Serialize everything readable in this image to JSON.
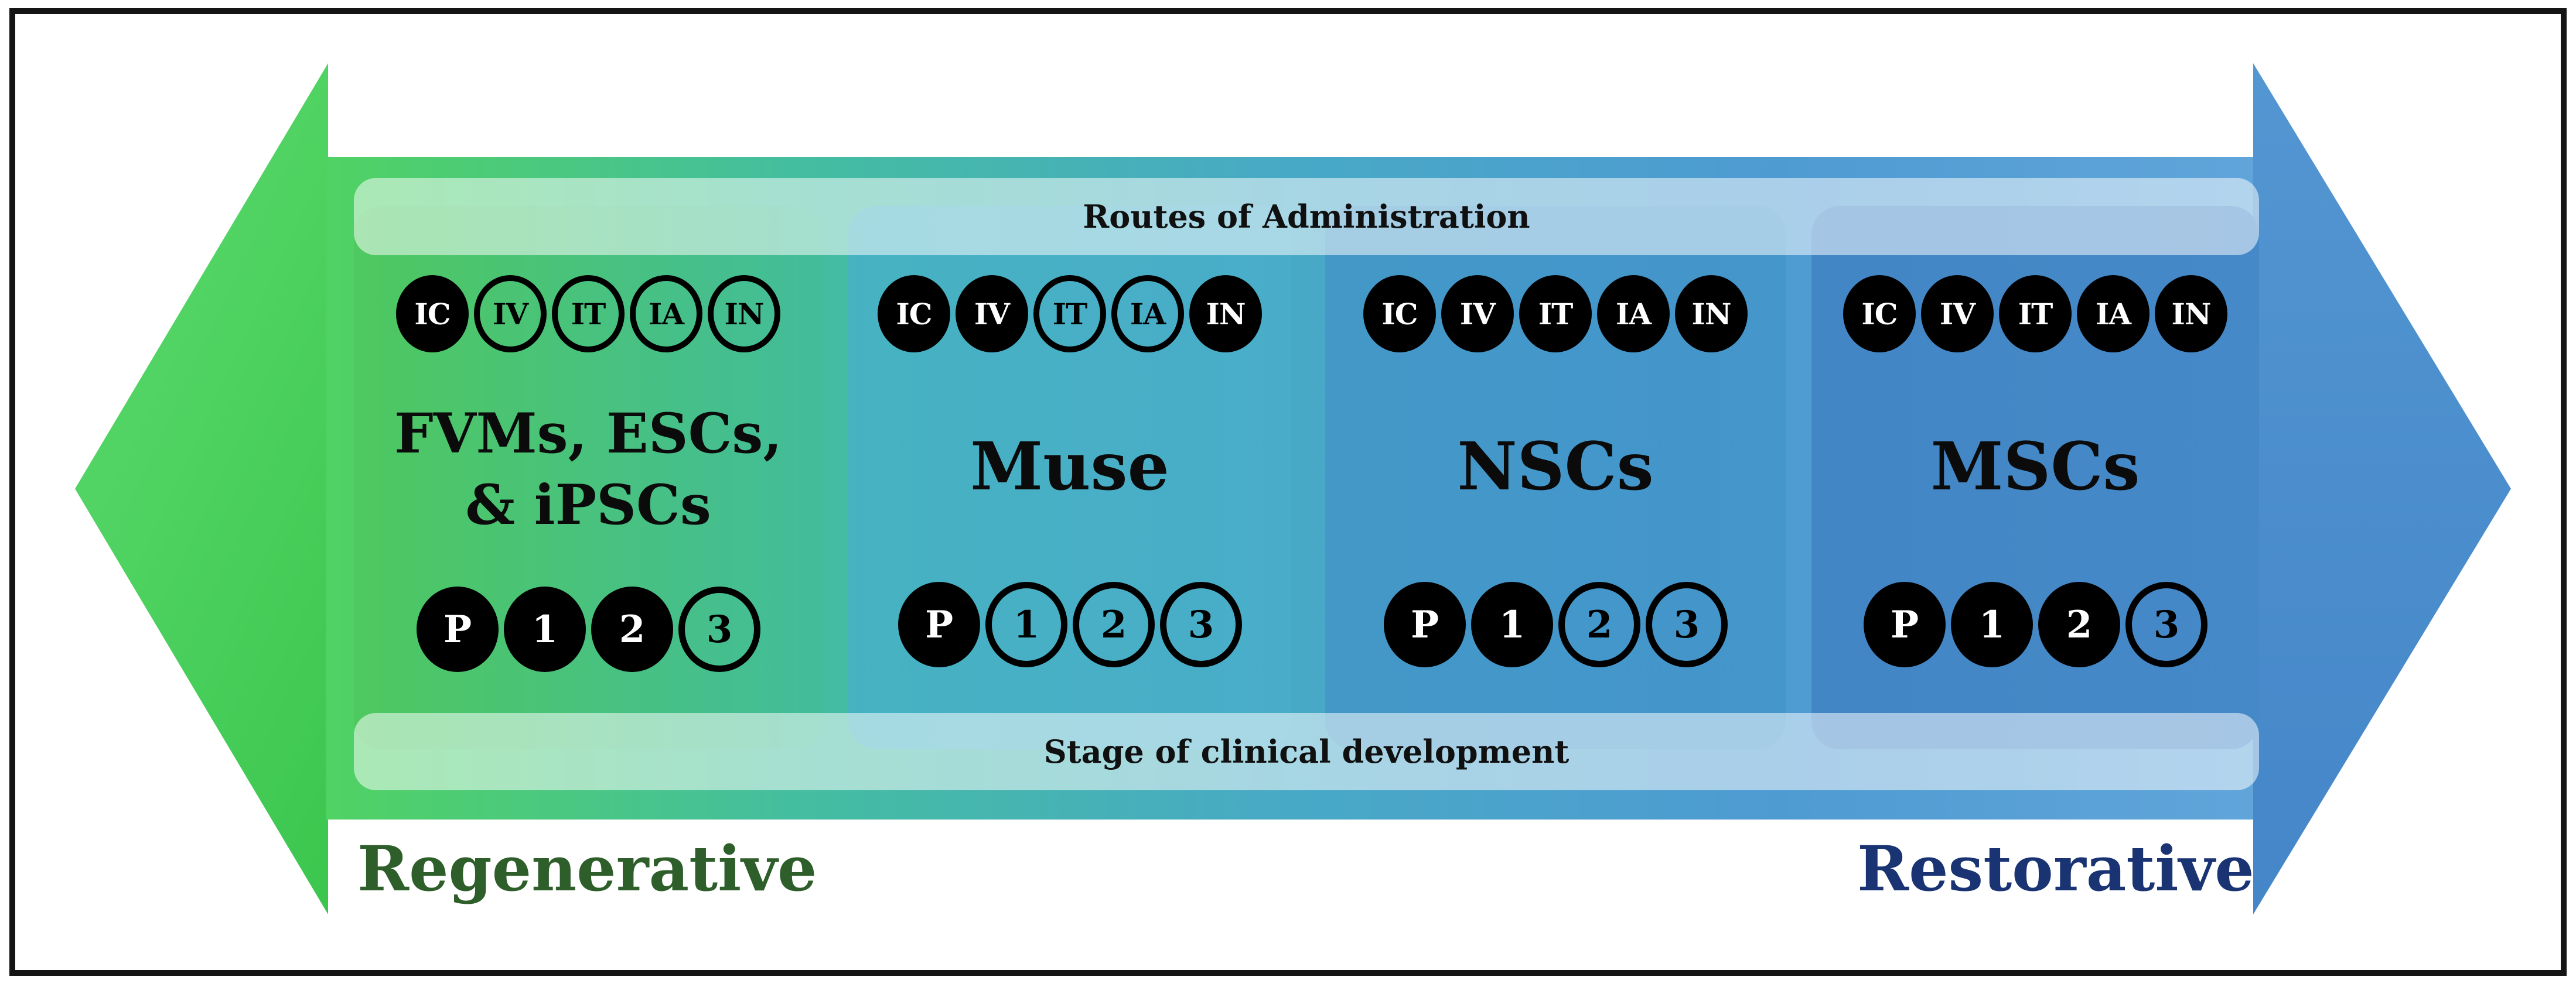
{
  "figure": {
    "top_band_label": "Routes of Administration",
    "bottom_band_label": "Stage of clinical development",
    "left_axis_label": "Regenerative",
    "right_axis_label": "Restorative"
  },
  "colors": {
    "left_arrow_gradient": [
      "115deg",
      "#5cdb6e",
      "#3cc64e"
    ],
    "right_arrow_gradient": [
      "180deg",
      "#5396d2",
      "#4486c8"
    ],
    "body_gradient": [
      "90deg",
      "#50d263",
      "#44bda1",
      "#48a9c6",
      "#4e9bd2",
      "#60a5da"
    ],
    "band_overlay": "rgba(255,255,255,0.52)",
    "badge_fill": "#000000",
    "regenerative_text": "#2e5e2a",
    "restorative_text": "#1a3473",
    "panel_gradients": [
      [
        "90deg",
        "#4ec85f",
        "#43bc9b"
      ],
      [
        "90deg",
        "#46b2c1",
        "#49adca"
      ],
      [
        "90deg",
        "#4498c8",
        "#4496cb"
      ],
      [
        "90deg",
        "#4286c5",
        "#4589c8"
      ]
    ]
  },
  "panels": [
    {
      "title_lines": [
        "FVMs, ESCs,",
        "& iPSCs"
      ],
      "routes": [
        {
          "label": "IC",
          "filled": true
        },
        {
          "label": "IV",
          "filled": false
        },
        {
          "label": "IT",
          "filled": false
        },
        {
          "label": "IA",
          "filled": false
        },
        {
          "label": "IN",
          "filled": false
        }
      ],
      "stages": [
        {
          "label": "P",
          "filled": true
        },
        {
          "label": "1",
          "filled": true
        },
        {
          "label": "2",
          "filled": true
        },
        {
          "label": "3",
          "filled": false
        }
      ]
    },
    {
      "title_lines": [
        "Muse"
      ],
      "routes": [
        {
          "label": "IC",
          "filled": true
        },
        {
          "label": "IV",
          "filled": true
        },
        {
          "label": "IT",
          "filled": false
        },
        {
          "label": "IA",
          "filled": false
        },
        {
          "label": "IN",
          "filled": true
        }
      ],
      "stages": [
        {
          "label": "P",
          "filled": true
        },
        {
          "label": "1",
          "filled": false
        },
        {
          "label": "2",
          "filled": false
        },
        {
          "label": "3",
          "filled": false
        }
      ]
    },
    {
      "title_lines": [
        "NSCs"
      ],
      "routes": [
        {
          "label": "IC",
          "filled": true
        },
        {
          "label": "IV",
          "filled": true
        },
        {
          "label": "IT",
          "filled": true
        },
        {
          "label": "IA",
          "filled": true
        },
        {
          "label": "IN",
          "filled": true
        }
      ],
      "stages": [
        {
          "label": "P",
          "filled": true
        },
        {
          "label": "1",
          "filled": true
        },
        {
          "label": "2",
          "filled": false
        },
        {
          "label": "3",
          "filled": false
        }
      ]
    },
    {
      "title_lines": [
        "MSCs"
      ],
      "routes": [
        {
          "label": "IC",
          "filled": true
        },
        {
          "label": "IV",
          "filled": true
        },
        {
          "label": "IT",
          "filled": true
        },
        {
          "label": "IA",
          "filled": true
        },
        {
          "label": "IN",
          "filled": true
        }
      ],
      "stages": [
        {
          "label": "P",
          "filled": true
        },
        {
          "label": "1",
          "filled": true
        },
        {
          "label": "2",
          "filled": true
        },
        {
          "label": "3",
          "filled": false
        }
      ]
    }
  ]
}
